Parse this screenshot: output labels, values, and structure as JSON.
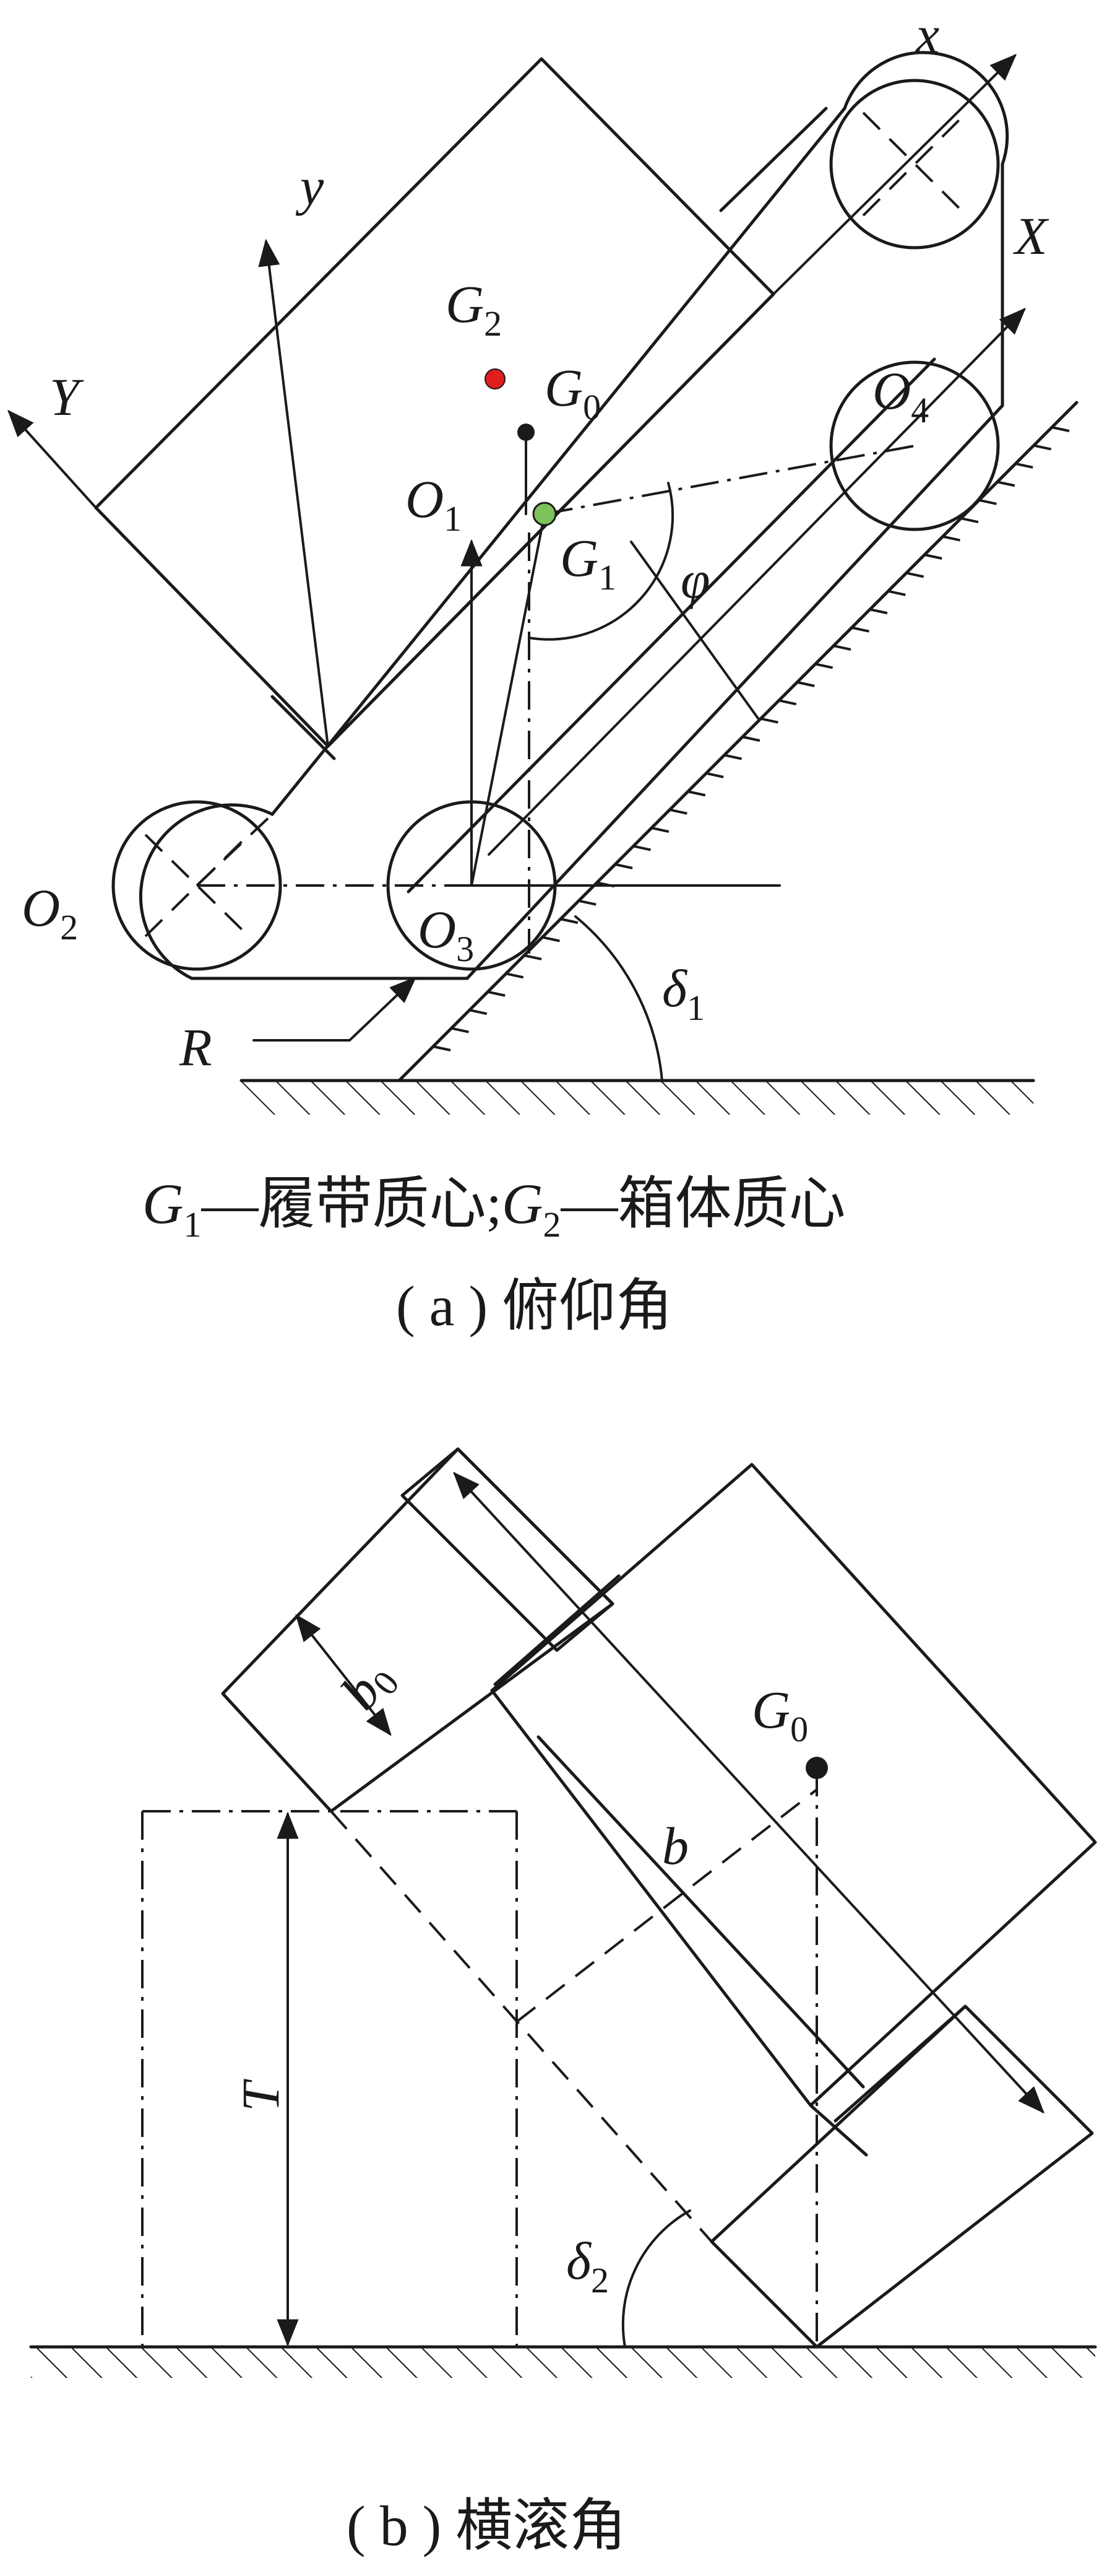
{
  "colors": {
    "ink": "#1a1a1a",
    "g2_point": "#e01e1e",
    "g1_point": "#7dc25a"
  },
  "panel_a": {
    "labels": {
      "x_lower": "x",
      "X_upper": "X",
      "y_lower": "y",
      "Y_upper": "Y",
      "G2_main": "G",
      "G2_sub": "2",
      "G0_main": "G",
      "G0_sub": "0",
      "G1_main": "G",
      "G1_sub": "1",
      "O1_main": "O",
      "O1_sub": "1",
      "O2_main": "O",
      "O2_sub": "2",
      "O3_main": "O",
      "O3_sub": "3",
      "O4_main": "O",
      "O4_sub": "4",
      "phi": "φ",
      "delta1_main": "δ",
      "delta1_sub": "1",
      "R": "R"
    },
    "legend": {
      "g1_sym": "G",
      "g1_sub": "1",
      "g1_text": "—履带质心;",
      "g2_sym": "G",
      "g2_sub": "2",
      "g2_text": "—箱体质心"
    },
    "caption": "( a ) 俯仰角"
  },
  "panel_b": {
    "labels": {
      "b0_main": "b",
      "b0_sub": "0",
      "b": "b",
      "G0_main": "G",
      "G0_sub": "0",
      "T": "T",
      "delta2_main": "δ",
      "delta2_sub": "2"
    },
    "caption": "( b ) 横滚角"
  }
}
